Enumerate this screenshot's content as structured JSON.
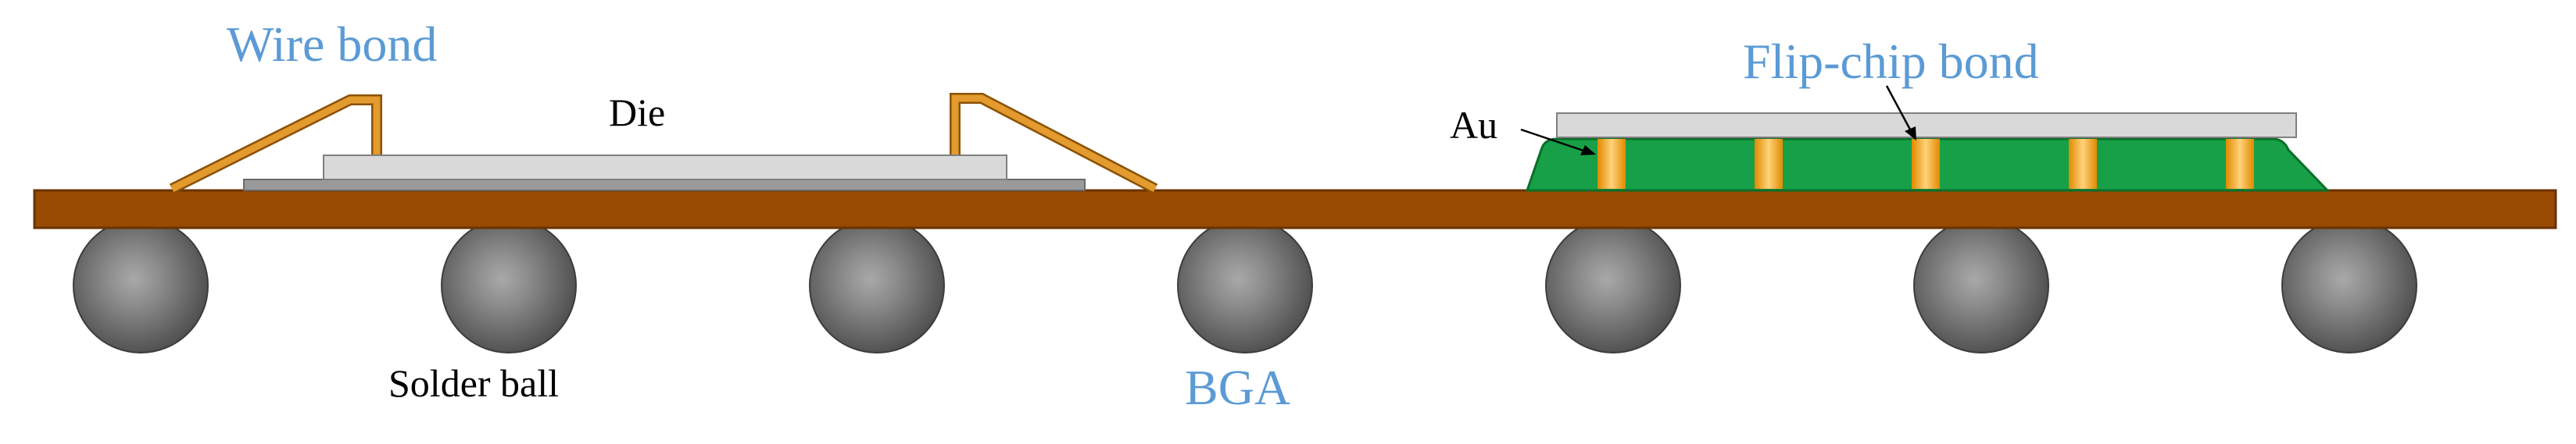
{
  "labels": {
    "wire_bond": "Wire bond",
    "die": "Die",
    "flip_chip_bond": "Flip-chip bond",
    "au": "Au",
    "solder_ball": "Solder ball",
    "bga": "BGA"
  },
  "colors": {
    "accent_label": "#5b9bd5",
    "black_label": "#000000",
    "substrate": "#984a00",
    "substrate_edge": "#6b3200",
    "wire": "#e39a2e",
    "wire_edge": "#8a5206",
    "die": "#d9d9d9",
    "die_edge": "#7f7f7f",
    "attach": "#9a9a9a",
    "underfill": "#17a047",
    "underfill_edge": "#0b6e2a",
    "bump": "#f5a623",
    "ball": "#6e6e6e"
  },
  "solder_ball_count": 7,
  "flip_chip_bump_count": 5
}
